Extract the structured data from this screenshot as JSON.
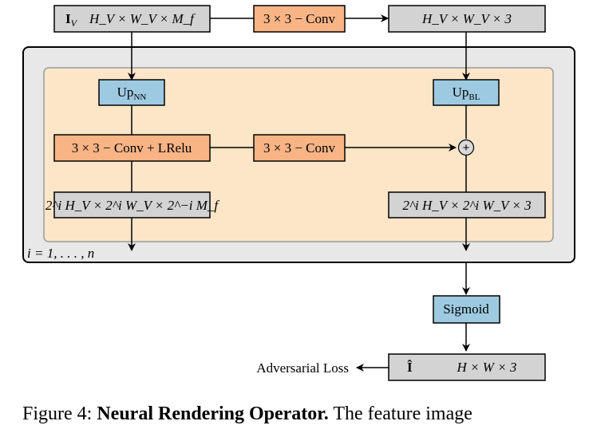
{
  "input": {
    "symbol": "I",
    "subscript": "V",
    "shape": "H_V × W_V × M_f"
  },
  "top_conv": {
    "label": "3 × 3 − Conv"
  },
  "top_output": {
    "shape": "H_V × W_V × 3"
  },
  "up_nn": {
    "label": "Up",
    "subscript": "NN"
  },
  "up_bl": {
    "label": "Up",
    "subscript": "BL"
  },
  "conv_lrelu": {
    "label": "3 × 3 − Conv + LRelu"
  },
  "mid_conv": {
    "label": "3 × 3 − Conv"
  },
  "plus": {
    "symbol": "+"
  },
  "feat_left": {
    "shape": "2^i H_V × 2^i W_V × 2^−i M_f"
  },
  "feat_right": {
    "shape": "2^i H_V × 2^i W_V × 3"
  },
  "loop": {
    "label": "i = 1, . . . , n"
  },
  "sigmoid": {
    "label": "Sigmoid"
  },
  "output": {
    "symbol": "Î",
    "shape": "H × W × 3"
  },
  "adv_loss": {
    "label": "Adversarial Loss"
  },
  "caption": {
    "prefix": "Figure 4: ",
    "title": "Neural Rendering Operator.",
    "rest": " The feature image"
  },
  "colors": {
    "gray_box": "#d3d3d3",
    "orange_box": "#f9b486",
    "blue_box": "#9ecae1",
    "outer_panel": "#e8e8e8",
    "inner_panel": "#fde6c8"
  }
}
